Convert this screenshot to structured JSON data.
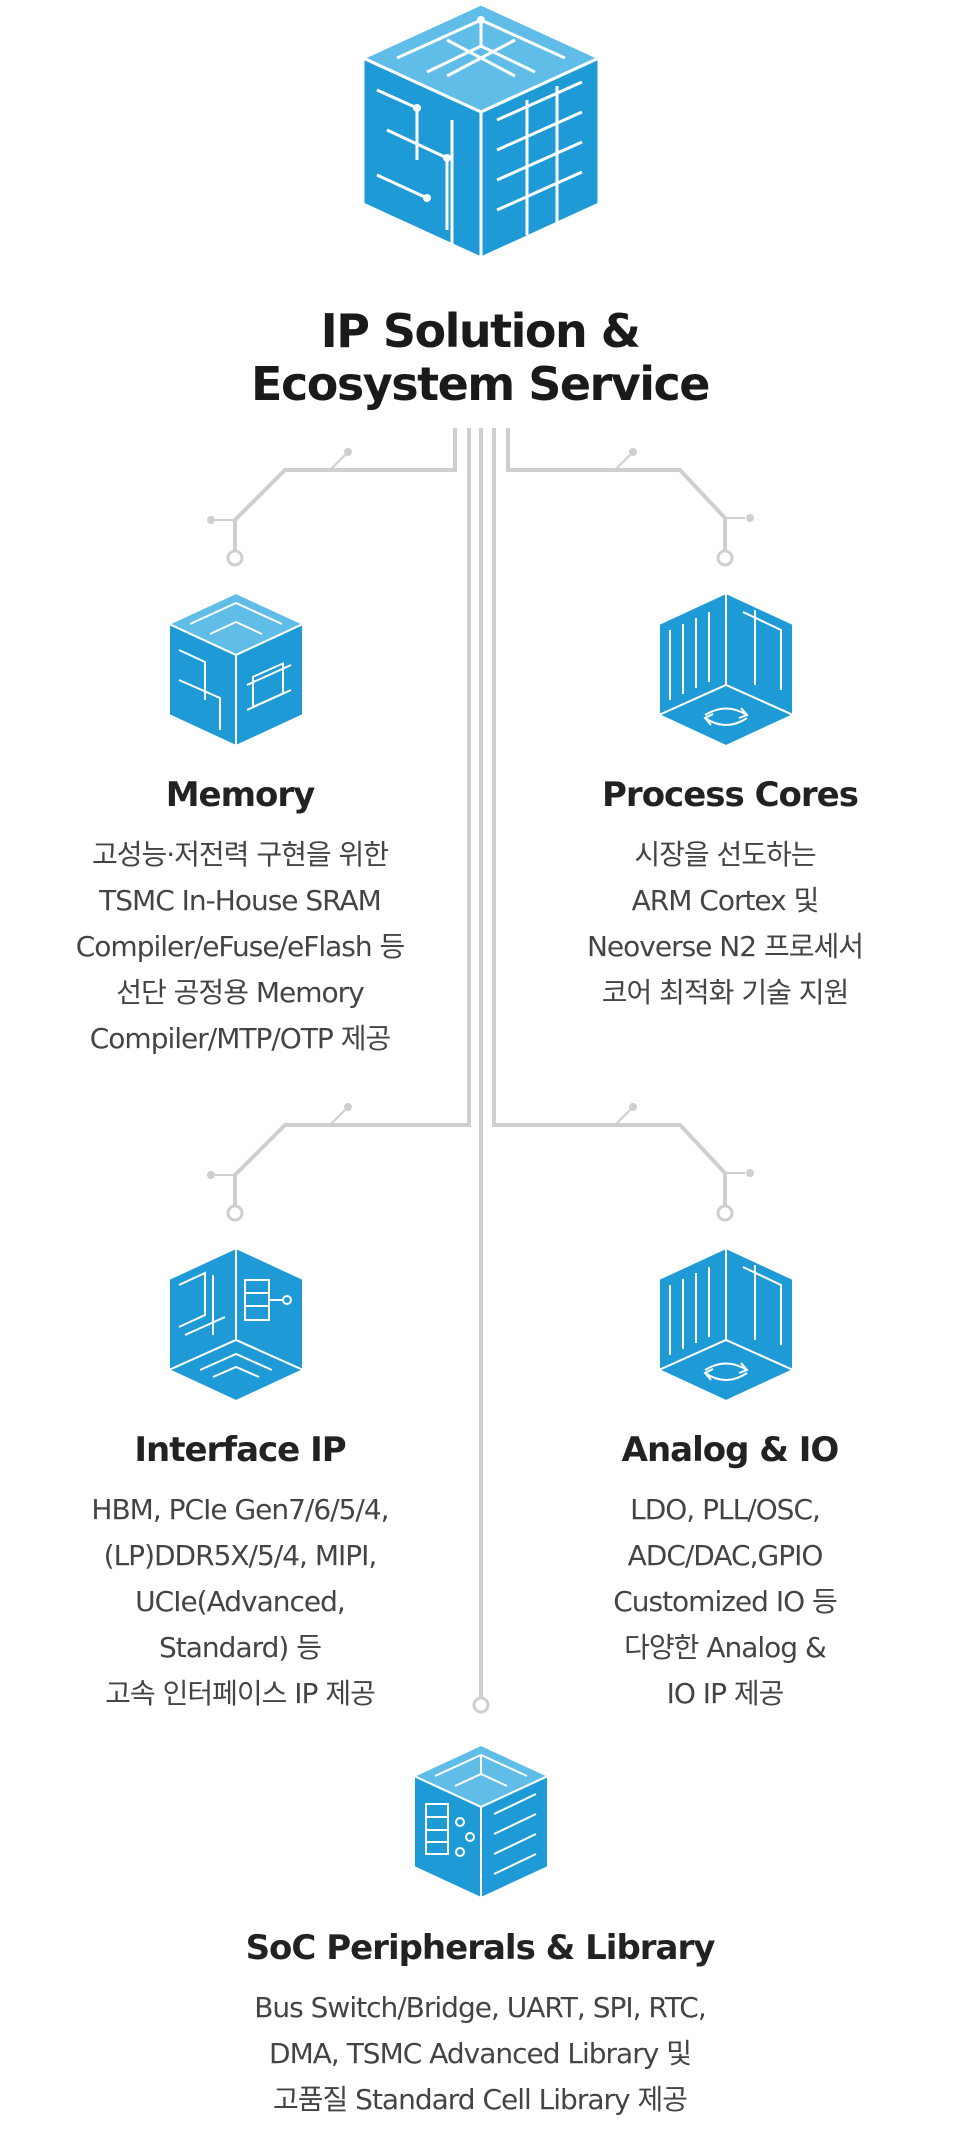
{
  "header": {
    "title_line1": "IP Solution &",
    "title_line2": "Ecosystem Service"
  },
  "sections": [
    {
      "icon": "chip-cube-icon",
      "title": "Memory",
      "lines": [
        "고성능·저전력 구현을 위한",
        "TSMC In-House SRAM",
        "Compiler/eFuse/eFlash 등",
        "선단 공정용 Memory",
        "Compiler/MTP/OTP 제공"
      ]
    },
    {
      "icon": "arrows-cube-icon",
      "title": "Process Cores",
      "lines": [
        "시장을 선도하는",
        "ARM Cortex 및",
        "Neoverse N2 프로세서",
        "코어 최적화 기술 지원"
      ]
    },
    {
      "icon": "interface-cube-icon",
      "title": "Interface IP",
      "lines": [
        "HBM, PCIe Gen7/6/5/4,",
        "(LP)DDR5X/5/4, MIPI,",
        "UCIe(Advanced,",
        "Standard) 등",
        "고속 인터페이스 IP 제공"
      ]
    },
    {
      "icon": "arrows-cube-icon",
      "title": "Analog & IO",
      "lines": [
        "LDO, PLL/OSC,",
        "ADC/DAC,GPIO",
        "Customized IO 등",
        "다양한 Analog &",
        "IO IP 제공"
      ]
    },
    {
      "icon": "library-cube-icon",
      "title": "SoC Peripherals & Library",
      "lines": [
        "Bus Switch/Bridge, UART, SPI, RTC,",
        "DMA, TSMC Advanced Library 및",
        "고품질 Standard Cell Library 제공"
      ]
    }
  ],
  "colors": {
    "accent": "#1e9ad6",
    "accent_light": "#5fbde8",
    "line_gray": "#cfcfcf",
    "title": "#1a1a1a",
    "text": "#444444"
  }
}
